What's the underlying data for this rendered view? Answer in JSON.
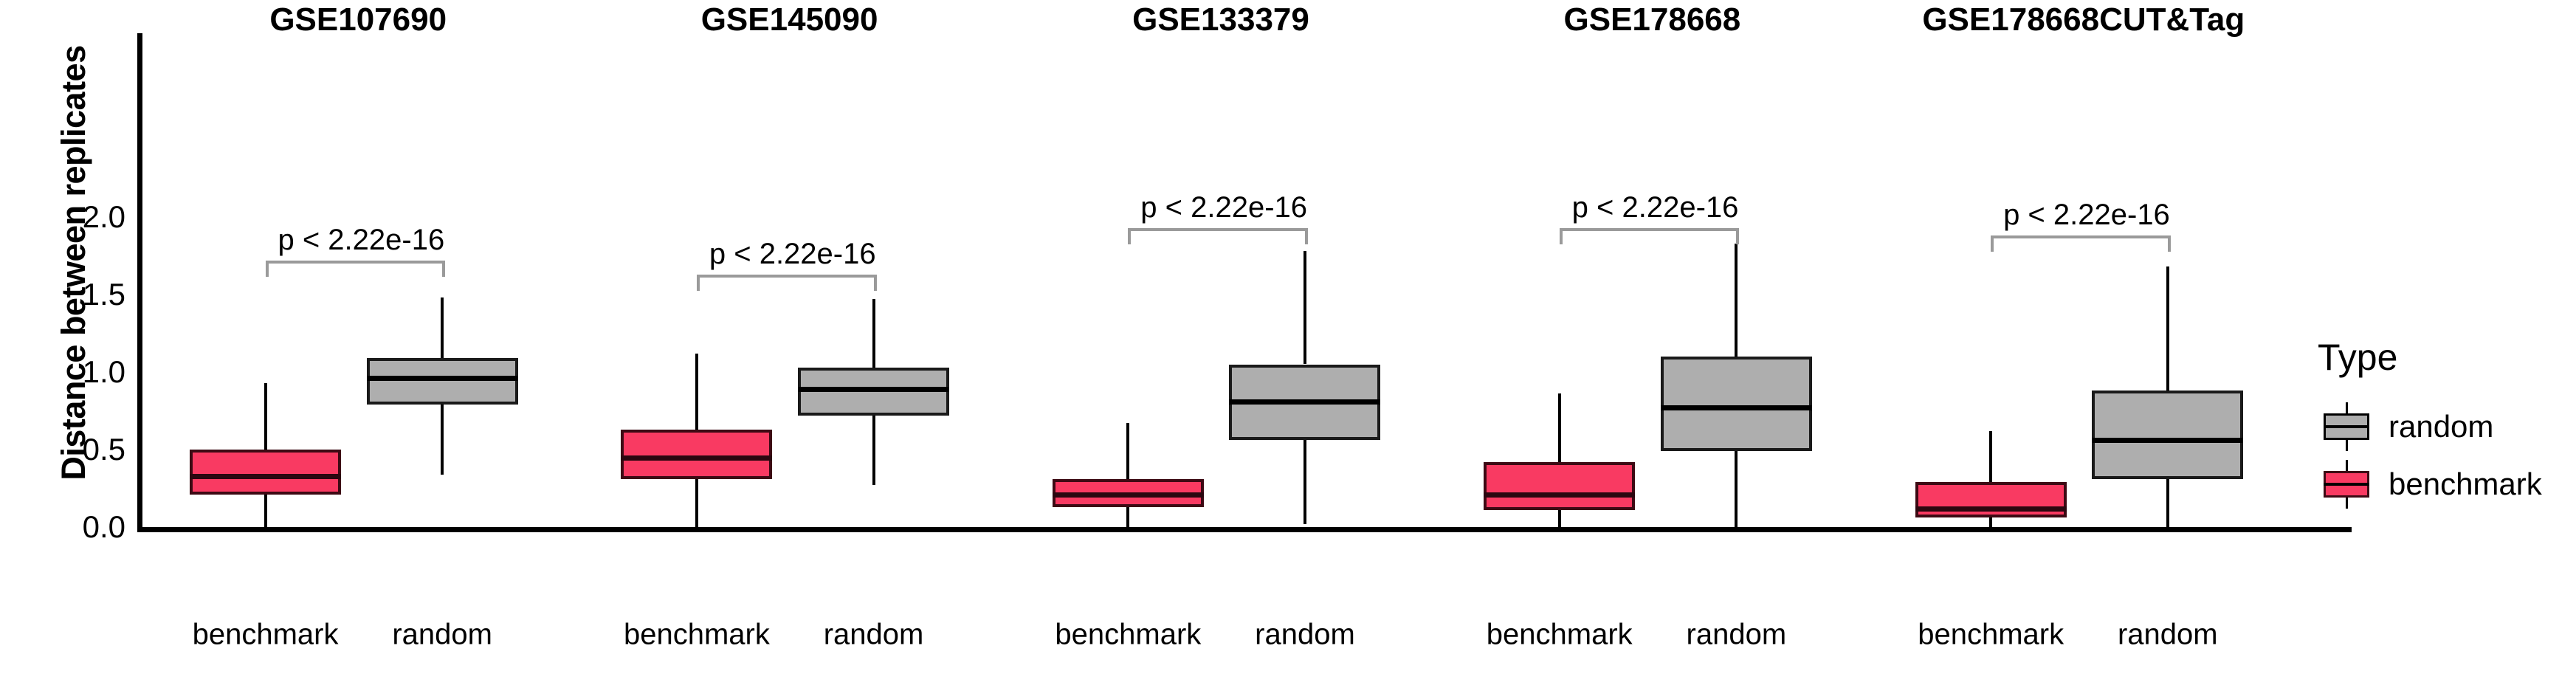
{
  "chart_data": {
    "type": "box",
    "title": "",
    "xlabel": "",
    "ylabel": "Distance between replicates",
    "ylim": [
      0.0,
      2.15
    ],
    "yticks": [
      "0.0",
      "0.5",
      "1.0",
      "1.5",
      "2.0"
    ],
    "ytick_values": [
      0.0,
      0.5,
      1.0,
      1.5,
      2.0
    ],
    "grid": false,
    "legend": {
      "title": "Type",
      "position": "right",
      "entries": [
        {
          "label": "random",
          "color": "#AEAEAE"
        },
        {
          "label": "benchmark",
          "color": "#F93A62"
        }
      ]
    },
    "categories": [
      "benchmark",
      "random"
    ],
    "annotation_text": "p < 2.22e-16",
    "panels": [
      {
        "title": "GSE107690",
        "annotation": "p < 2.22e-16",
        "annotation_y": 1.72,
        "boxes": [
          {
            "group": "benchmark",
            "color": "#F93A62",
            "lower_whisker": 0.0,
            "q1": 0.21,
            "median": 0.33,
            "q3": 0.5,
            "upper_whisker": 0.93
          },
          {
            "group": "random",
            "color": "#AEAEAE",
            "lower_whisker": 0.34,
            "q1": 0.79,
            "median": 0.96,
            "q3": 1.09,
            "upper_whisker": 1.48
          }
        ]
      },
      {
        "title": "GSE145090",
        "annotation": "p < 2.22e-16",
        "annotation_y": 1.63,
        "boxes": [
          {
            "group": "benchmark",
            "color": "#F93A62",
            "lower_whisker": 0.0,
            "q1": 0.31,
            "median": 0.45,
            "q3": 0.63,
            "upper_whisker": 1.12
          },
          {
            "group": "random",
            "color": "#AEAEAE",
            "lower_whisker": 0.27,
            "q1": 0.72,
            "median": 0.89,
            "q3": 1.03,
            "upper_whisker": 1.47
          }
        ]
      },
      {
        "title": "GSE133379",
        "annotation": "p < 2.22e-16",
        "annotation_y": 1.93,
        "boxes": [
          {
            "group": "benchmark",
            "color": "#F93A62",
            "lower_whisker": 0.0,
            "q1": 0.13,
            "median": 0.21,
            "q3": 0.31,
            "upper_whisker": 0.67
          },
          {
            "group": "random",
            "color": "#AEAEAE",
            "lower_whisker": 0.02,
            "q1": 0.56,
            "median": 0.81,
            "q3": 1.05,
            "upper_whisker": 1.78
          }
        ]
      },
      {
        "title": "GSE178668",
        "annotation": "p < 2.22e-16",
        "annotation_y": 1.93,
        "boxes": [
          {
            "group": "benchmark",
            "color": "#F93A62",
            "lower_whisker": 0.0,
            "q1": 0.11,
            "median": 0.21,
            "q3": 0.42,
            "upper_whisker": 0.86
          },
          {
            "group": "random",
            "color": "#AEAEAE",
            "lower_whisker": 0.0,
            "q1": 0.49,
            "median": 0.77,
            "q3": 1.1,
            "upper_whisker": 1.83
          }
        ]
      },
      {
        "title": "GSE178668CUT&Tag",
        "annotation": "p < 2.22e-16",
        "annotation_y": 1.88,
        "boxes": [
          {
            "group": "benchmark",
            "color": "#F93A62",
            "lower_whisker": 0.0,
            "q1": 0.06,
            "median": 0.12,
            "q3": 0.29,
            "upper_whisker": 0.62
          },
          {
            "group": "random",
            "color": "#AEAEAE",
            "lower_whisker": 0.0,
            "q1": 0.31,
            "median": 0.56,
            "q3": 0.88,
            "upper_whisker": 1.68
          }
        ]
      }
    ]
  }
}
